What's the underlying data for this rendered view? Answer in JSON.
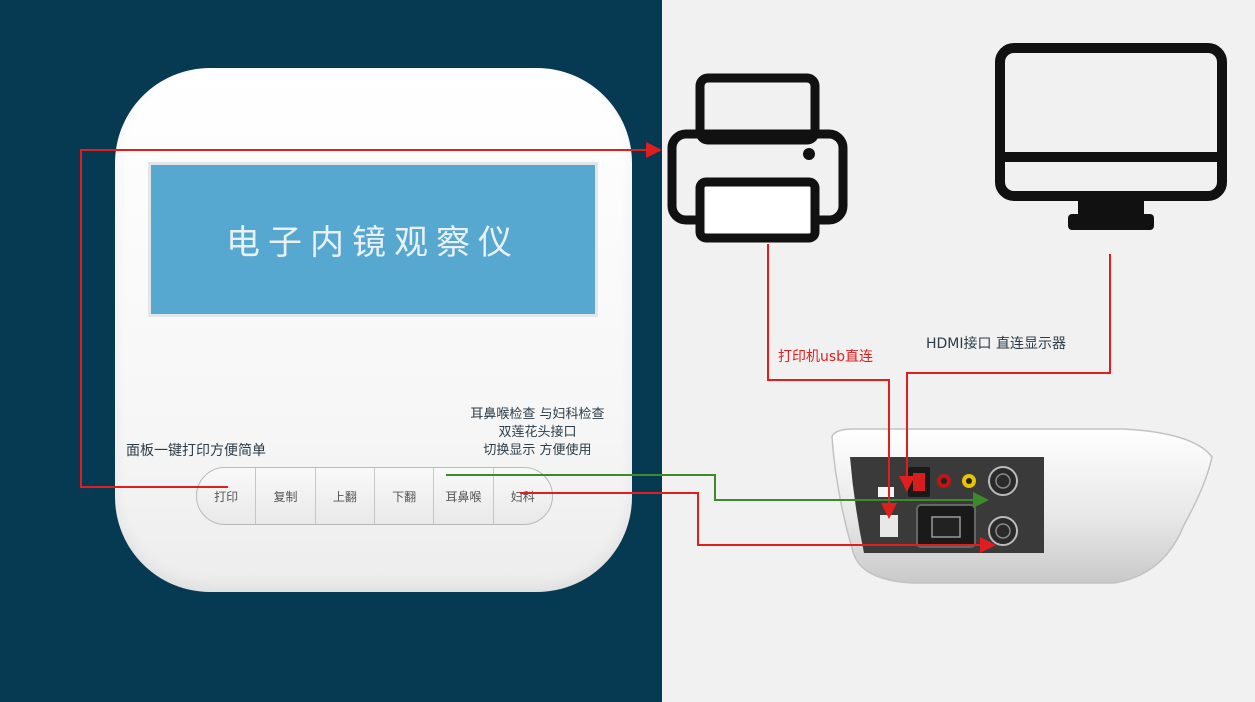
{
  "device": {
    "lcd_title": "电子内镜观察仪",
    "buttons": [
      {
        "label": "打印"
      },
      {
        "label": "复制"
      },
      {
        "label": "上翻"
      },
      {
        "label": "下翻"
      },
      {
        "label": "耳鼻喉"
      },
      {
        "label": "妇科"
      }
    ]
  },
  "annotations": {
    "panel_print": "面板一键打印方便简单",
    "dual_lines": [
      "耳鼻喉检查 与妇科检查",
      "双莲花头接口",
      "切换显示 方便使用"
    ],
    "printer_usb": "打印机usb直连",
    "hdmi": "HDMI接口  直连显示器"
  },
  "colors": {
    "left_bg": "#063a52",
    "right_bg": "#f1f1f1",
    "lcd": "#56a8d0",
    "red_line": "#e01e1e",
    "green_line": "#3d8a2a"
  },
  "icons": [
    "printer-icon",
    "monitor-icon"
  ]
}
